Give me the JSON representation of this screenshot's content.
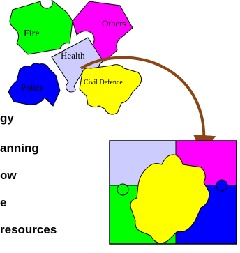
{
  "pieces": {
    "fire": {
      "label": "Fire",
      "color": "#00ff00"
    },
    "others": {
      "label": "Others",
      "color": "#ff00ff"
    },
    "health": {
      "label": "Health",
      "color": "#ccccff"
    },
    "police": {
      "label": "Police",
      "color": "#0000ff"
    },
    "civil_defence": {
      "label": "Civil Defence",
      "color": "#ffff00"
    }
  },
  "text_lines": [
    "gy",
    "anning",
    "ow",
    "e",
    "resources"
  ],
  "arrow_color": "#8b4513",
  "puzzle_colors": {
    "top_left": "#ccccff",
    "top_right": "#ff00ff",
    "bottom_left": "#00ff00",
    "bottom_right": "#0000ff",
    "center": "#ffff00"
  }
}
